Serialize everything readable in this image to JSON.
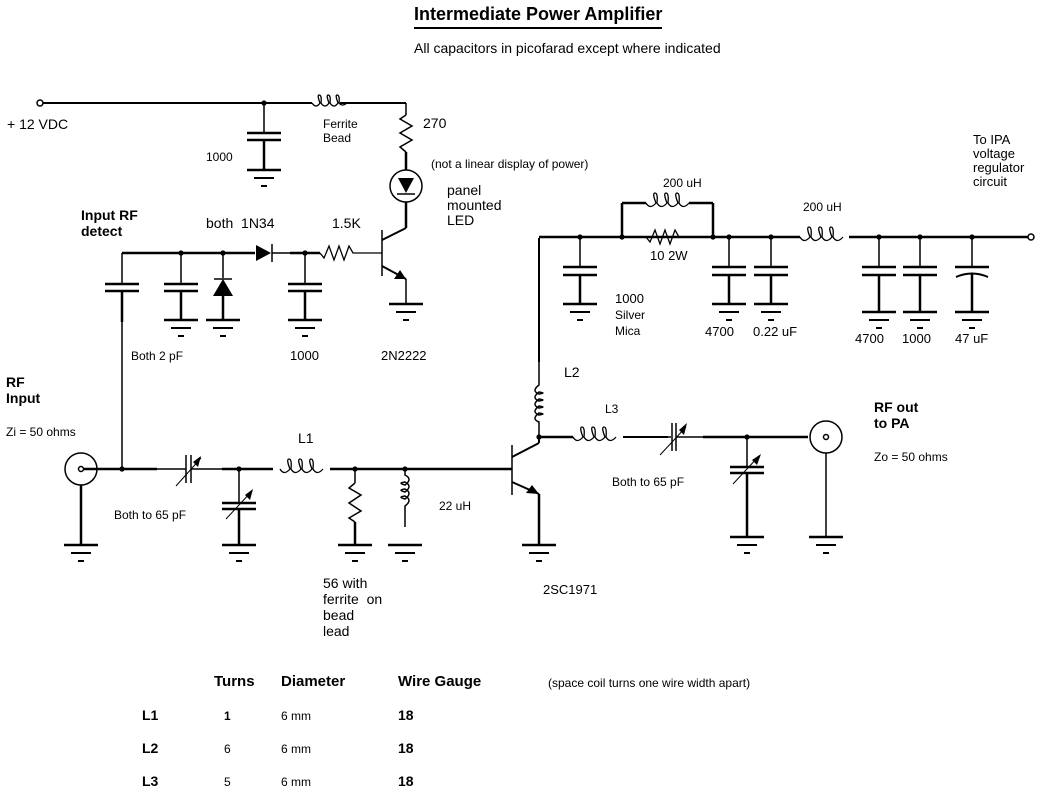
{
  "title": "Intermediate Power Amplifier",
  "subtitle": "All capacitors in picofarad except where indicated",
  "labels": {
    "supply": "+ 12 VDC",
    "supply_cap": "1000",
    "ferrite": "Ferrite\nBead",
    "r270": "270",
    "led_note": "(not a linear display of power)",
    "led": "panel\nmounted\nLED",
    "input_rf_detect": "Input RF\ndetect",
    "diodes": "both  1N34",
    "r1k5": "1.5K",
    "both_2pf": "Both 2 pF",
    "detect_cap": "1000",
    "q1": "2N2222",
    "rf_input": "RF\nInput",
    "zi": "Zi = 50 ohms",
    "both_65_in": "Both to 65 pF",
    "l1": "L1",
    "r56": "56 with\nferrite  on\nbead\nlead",
    "rfc22": "22 uH",
    "q2": "2SC1971",
    "l2": "L2",
    "l3": "L3",
    "both_65_out": "Both to 65 pF",
    "rf_out": "RF out\nto PA",
    "zo": "Zo = 50 ohms",
    "choke_200_a": "200 uH",
    "r10": "10 2W",
    "choke_200_b": "200 uH",
    "cap_mica": "1000",
    "cap_mica_desc": "Silver\nMica",
    "cap_4700_a": "4700",
    "cap_022": "0.22 uF",
    "cap_4700_b": "4700",
    "cap_1000_b": "1000",
    "cap_47uf": "47 uF",
    "to_ipa": "To IPA\nvoltage\nregulator\ncircuit"
  },
  "coil_table": {
    "headers": [
      "Turns",
      "Diameter",
      "Wire Gauge"
    ],
    "note": "(space coil turns one wire width apart)",
    "rows": [
      {
        "name": "L1",
        "turns": "1",
        "diameter": "6 mm",
        "gauge": "18"
      },
      {
        "name": "L2",
        "turns": "6",
        "diameter": "6 mm",
        "gauge": "18"
      },
      {
        "name": "L3",
        "turns": "5",
        "diameter": "6 mm",
        "gauge": "18"
      }
    ]
  }
}
